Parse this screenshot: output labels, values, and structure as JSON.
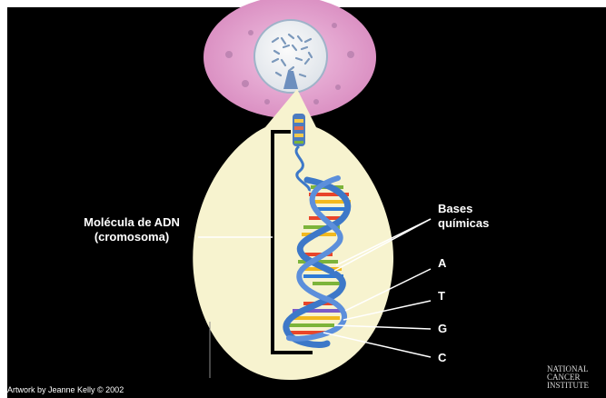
{
  "labels": {
    "molecule_line1": "Molécula de ADN",
    "molecule_line2": "(cromosoma)",
    "bases_line1": "Bases",
    "bases_line2": "químicas",
    "base_a": "A",
    "base_t": "T",
    "base_g": "G",
    "base_c": "C"
  },
  "credit": "Artwork by Jeanne Kelly © 2002",
  "logo": {
    "line1": "NATIONAL",
    "line2": "CANCER",
    "line3": "INSTITUTE"
  },
  "colors": {
    "background": "#000000",
    "cell_body": "#f7f3cf",
    "nucleus_cell": "#e6a3cf",
    "helix_strand": "#3d78c8",
    "base_a": "#e8452a",
    "base_t": "#f2b91e",
    "base_g": "#7cb43a",
    "base_c": "#2f7ad6"
  }
}
